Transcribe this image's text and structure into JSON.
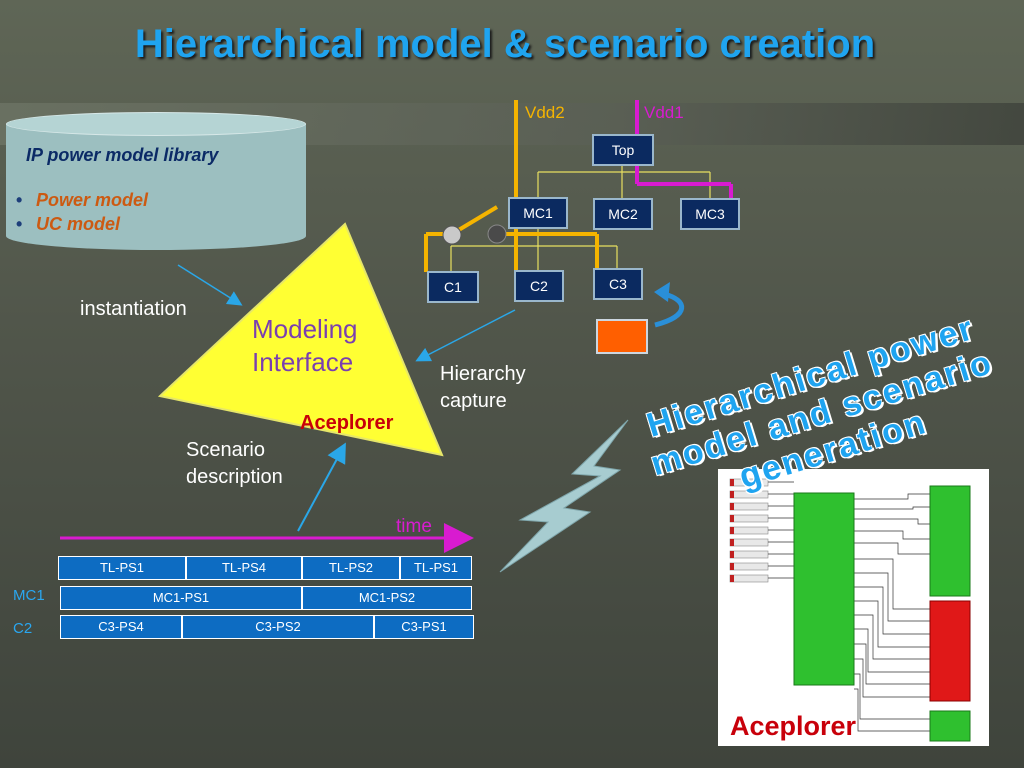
{
  "title": "Hierarchical model & scenario creation",
  "library": {
    "title": "IP power model library",
    "items": [
      "Power model",
      "UC model"
    ]
  },
  "labels": {
    "instantiation": "instantiation",
    "modeling_1": "Modeling",
    "modeling_2": "Interface",
    "aceplorer_triangle": "Aceplorer",
    "hierarchy_1": "Hierarchy",
    "hierarchy_2": "capture",
    "scenario_1": "Scenario",
    "scenario_2": "description",
    "time": "time",
    "vdd2": "Vdd2",
    "vdd1": "Vdd1",
    "generation_1": "Hierarchical power",
    "generation_2": "model and scenario",
    "generation_3": "generation",
    "aceplorer_screen": "Aceplorer"
  },
  "tree": {
    "top": "Top",
    "mc1": "MC1",
    "mc2": "MC2",
    "mc3": "MC3",
    "c1": "C1",
    "c2": "C2",
    "c3": "C3"
  },
  "timeline": {
    "rows": [
      {
        "label": "",
        "segments": [
          "TL-PS1",
          "TL-PS4",
          "TL-PS2",
          "TL-PS1"
        ]
      },
      {
        "label": "MC1",
        "segments": [
          "MC1-PS1",
          "MC1-PS2"
        ]
      },
      {
        "label": "C2",
        "segments": [
          "C3-PS4",
          "C3-PS2",
          "C3-PS1"
        ]
      }
    ]
  },
  "colors": {
    "title": "#1fa4f0",
    "triangle": "#ffff33",
    "vdd2": "#f5b400",
    "vdd1": "#d81bd0",
    "aceplorer": "#c8000a",
    "timeline": "#0d6cc2"
  }
}
